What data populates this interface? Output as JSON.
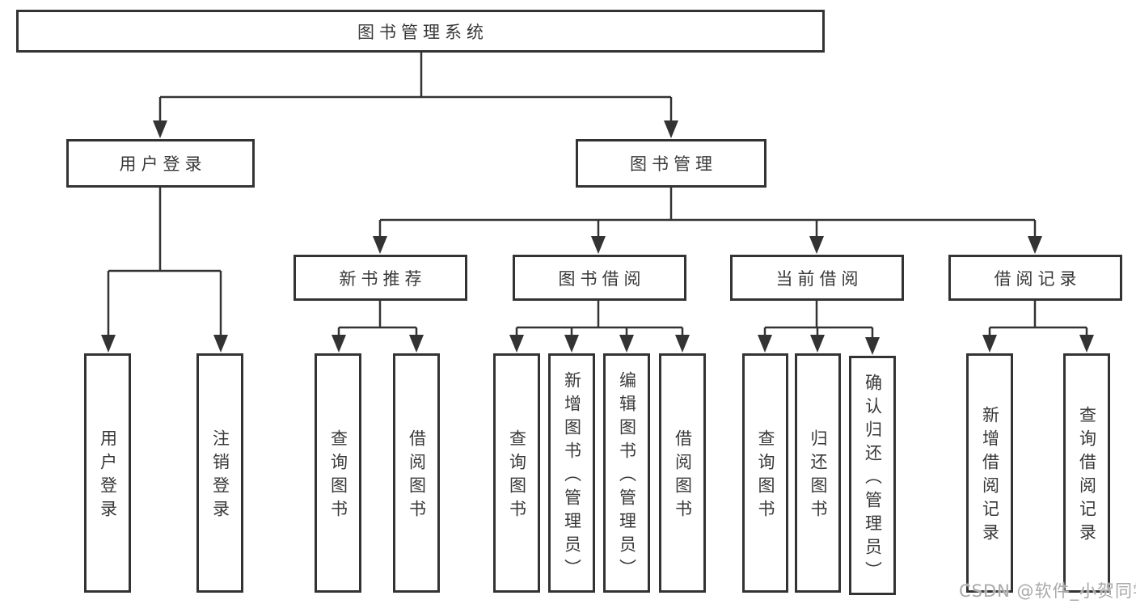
{
  "nodes": {
    "root": {
      "label": "图书管理系统"
    },
    "level2": [
      {
        "label": "用户登录"
      },
      {
        "label": "图书管理"
      }
    ],
    "level3": [
      {
        "label": "新书推荐",
        "parent": "图书管理"
      },
      {
        "label": "图书借阅",
        "parent": "图书管理"
      },
      {
        "label": "当前借阅",
        "parent": "图书管理"
      },
      {
        "label": "借阅记录",
        "parent": "图书管理"
      }
    ],
    "leaves": [
      {
        "label": "用户登录",
        "parent": "用户登录"
      },
      {
        "label": "注销登录",
        "parent": "用户登录"
      },
      {
        "label": "查询图书",
        "parent": "新书推荐"
      },
      {
        "label": "借阅图书",
        "parent": "新书推荐"
      },
      {
        "label": "查询图书",
        "parent": "图书借阅"
      },
      {
        "label": "新增图书（管理员）",
        "parent": "图书借阅"
      },
      {
        "label": "编辑图书（管理员）",
        "parent": "图书借阅"
      },
      {
        "label": "借阅图书",
        "parent": "图书借阅"
      },
      {
        "label": "查询图书",
        "parent": "当前借阅"
      },
      {
        "label": "归还图书",
        "parent": "当前借阅"
      },
      {
        "label": "确认归还（管理员）",
        "parent": "当前借阅"
      },
      {
        "label": "新增借阅记录",
        "parent": "借阅记录"
      },
      {
        "label": "查询借阅记录",
        "parent": "借阅记录"
      }
    ]
  },
  "watermark": {
    "text": "CSDN @软件_小贺同学"
  },
  "colors": {
    "line": "#333333",
    "box_border": "#333333",
    "text": "#383838",
    "watermark": "#a9a9a9",
    "background": "#ffffff"
  }
}
